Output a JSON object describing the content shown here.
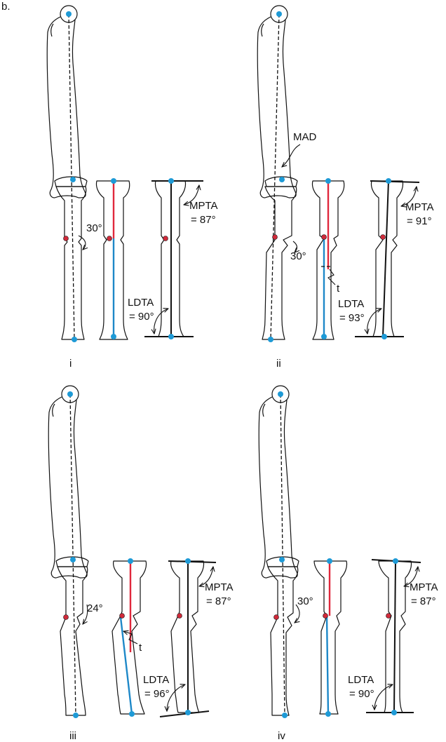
{
  "figure_label": "b.",
  "colors": {
    "mechanical_axis_proximal": "#e0283c",
    "mechanical_axis_distal": "#1e88c8",
    "joint_center": "#1e9ad6"
  },
  "panels": [
    {
      "id": "i",
      "label": "i",
      "osteotomy_angle": "30°",
      "mpta_name": "MPTA",
      "mpta_value": "= 87°",
      "ldta_name": "LDTA",
      "ldta_value": "= 90°",
      "mad_label": "",
      "translation_label": ""
    },
    {
      "id": "ii",
      "label": "ii",
      "osteotomy_angle": "30°",
      "mpta_name": "MPTA",
      "mpta_value": "= 91°",
      "ldta_name": "LDTA",
      "ldta_value": "= 93°",
      "mad_label": "MAD",
      "translation_label": "t"
    },
    {
      "id": "iii",
      "label": "iii",
      "osteotomy_angle": "24°",
      "mpta_name": "MPTA",
      "mpta_value": "= 87°",
      "ldta_name": "LDTA",
      "ldta_value": "= 96°",
      "mad_label": "",
      "translation_label": "t"
    },
    {
      "id": "iv",
      "label": "iv",
      "osteotomy_angle": "30°",
      "mpta_name": "MPTA",
      "mpta_value": "= 87°",
      "ldta_name": "LDTA",
      "ldta_value": "= 90°",
      "mad_label": "",
      "translation_label": ""
    }
  ]
}
